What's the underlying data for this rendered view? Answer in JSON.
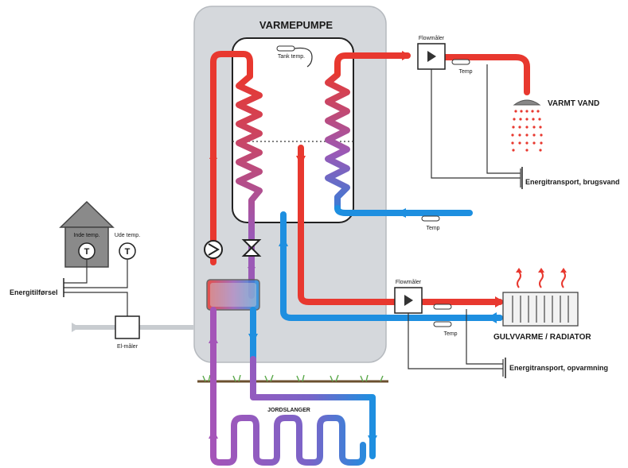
{
  "labels": {
    "title": "VARMEPUMPE",
    "tank_temp": "Tank temp.",
    "flowmaler_top": "Flowmåler",
    "temp_top": "Temp",
    "hot_water": "VARMT VAND",
    "energy_hot_water": "Energitransport, brugsvand",
    "temp_return": "Temp",
    "house_temp": "Inde temp.",
    "outdoor_temp": "Ude temp.",
    "energy_supply": "Energitilførsel",
    "power_meter": "El-måler",
    "flowmaler_bottom": "Flowmåler",
    "temp_bottom": "Temp",
    "radiator": "GULVVARME / RADIATOR",
    "energy_heating": "Energitransport, opvarmning",
    "ground_loops": "JORDSLANGER",
    "sensor_letter_1": "T",
    "sensor_letter_2": "T"
  },
  "colors": {
    "hot": "#e8382f",
    "cold": "#1e8fe0",
    "mid": "#9b59b6",
    "housing": "#d5d8dc",
    "ground": "#6b4f2e",
    "grass": "#5aa84a"
  },
  "icons": [
    "pump-icon",
    "expansion-valve-icon",
    "flow-meter-icon",
    "shower-icon",
    "radiator-icon",
    "house-icon",
    "thermometer-icon",
    "power-meter-icon",
    "compressor-icon"
  ]
}
